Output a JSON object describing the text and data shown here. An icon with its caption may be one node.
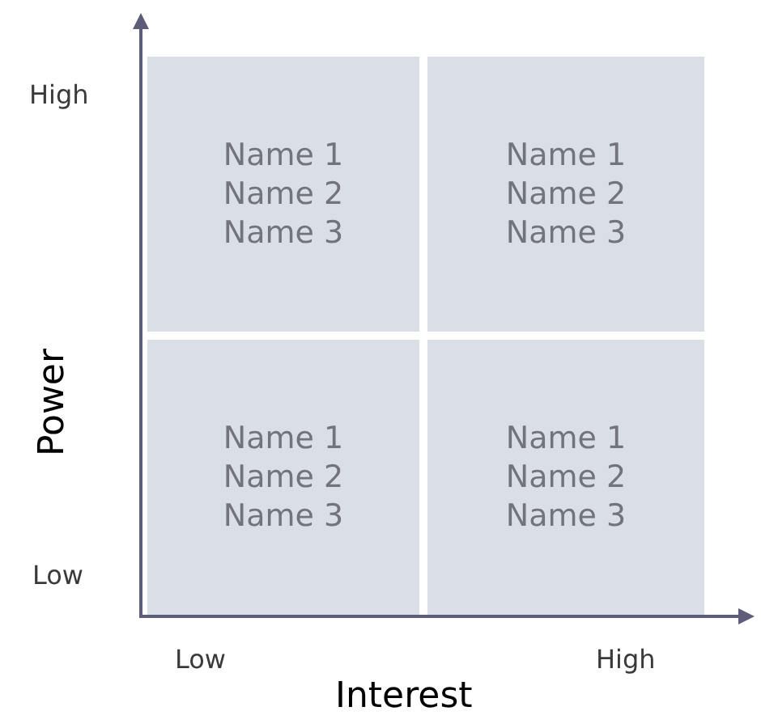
{
  "diagram": {
    "nodes": [
      {
        "text": [
          "Name 1",
          "Name 2",
          "Name 3"
        ]
      },
      {
        "text": [
          "Name 1",
          "Name 2",
          "Name 3"
        ]
      },
      {
        "text": [
          "Name 1",
          "Name 2",
          "Name 3"
        ]
      },
      {
        "text": [
          "Name 1",
          "Name 2",
          "Name 3"
        ]
      }
    ],
    "edges": [],
    "labels": [
      "High",
      "Power",
      "Low",
      "Low",
      "High",
      "Interest"
    ]
  }
}
